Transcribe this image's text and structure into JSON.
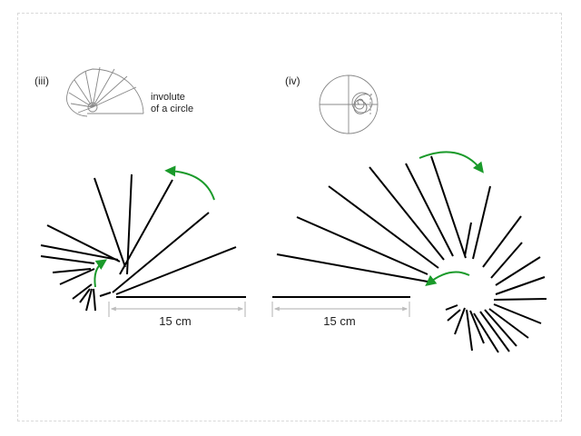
{
  "panels": {
    "iii": {
      "label": "(iii)",
      "caption_line1": "involute",
      "caption_line2": "of a circle"
    },
    "iv": {
      "label": "(iv)"
    }
  },
  "dimensions": {
    "left": "15 cm",
    "right": "15 cm"
  },
  "colors": {
    "stroke": "#000000",
    "arrow": "#1a9a2a",
    "dimension": "#bdbdbd",
    "sketch": "#888888",
    "frame": "#d9d9d9"
  }
}
